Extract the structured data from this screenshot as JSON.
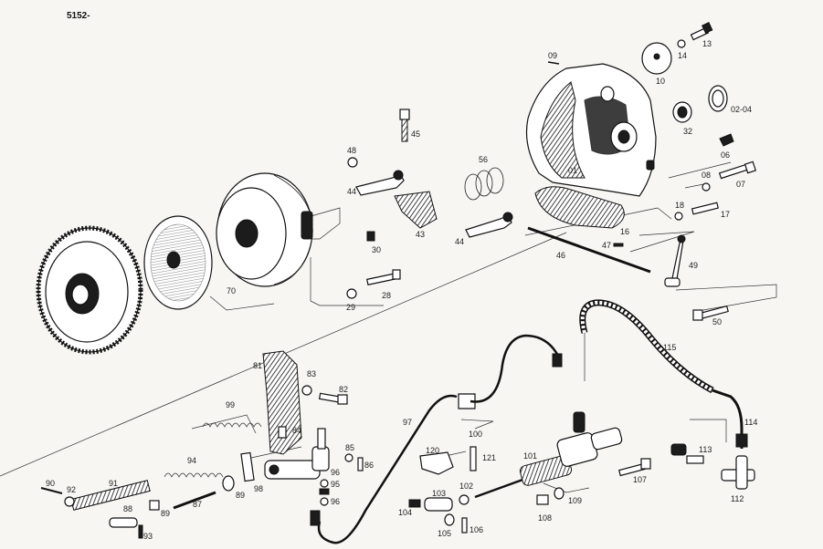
{
  "figure_number": "5152-",
  "labels": {
    "n01": "01",
    "n02_04": "02-04",
    "n06": "06",
    "n07": "07",
    "n08": "08",
    "n09": "09",
    "n10": "10",
    "n13": "13",
    "n14": "14",
    "n16": "16",
    "n17": "17",
    "n18": "18",
    "n28": "28",
    "n29": "29",
    "n30": "30",
    "n32": "32",
    "n43": "43",
    "n44a": "44",
    "n44b": "44",
    "n45": "45",
    "n46": "46",
    "n47": "47",
    "n48": "48",
    "n49": "49",
    "n50": "50",
    "n56": "56",
    "n70": "70",
    "n81": "81",
    "n82": "82",
    "n83": "83",
    "n84": "84",
    "n85": "85",
    "n86": "86",
    "n87": "87",
    "n88": "88",
    "n89a": "89",
    "n89b": "89",
    "n90": "90",
    "n91": "91",
    "n92": "92",
    "n93": "93",
    "n94": "94",
    "n95": "95",
    "n96a": "96",
    "n96b": "96",
    "n97": "97",
    "n98": "98",
    "n99": "99",
    "n100": "100",
    "n101": "101",
    "n102": "102",
    "n103": "103",
    "n104": "104",
    "n105": "105",
    "n106": "106",
    "n107": "107",
    "n108": "108",
    "n109": "109",
    "n112": "112",
    "n113": "113",
    "n114": "114",
    "n115": "115",
    "n120": "120",
    "n121": "121"
  }
}
